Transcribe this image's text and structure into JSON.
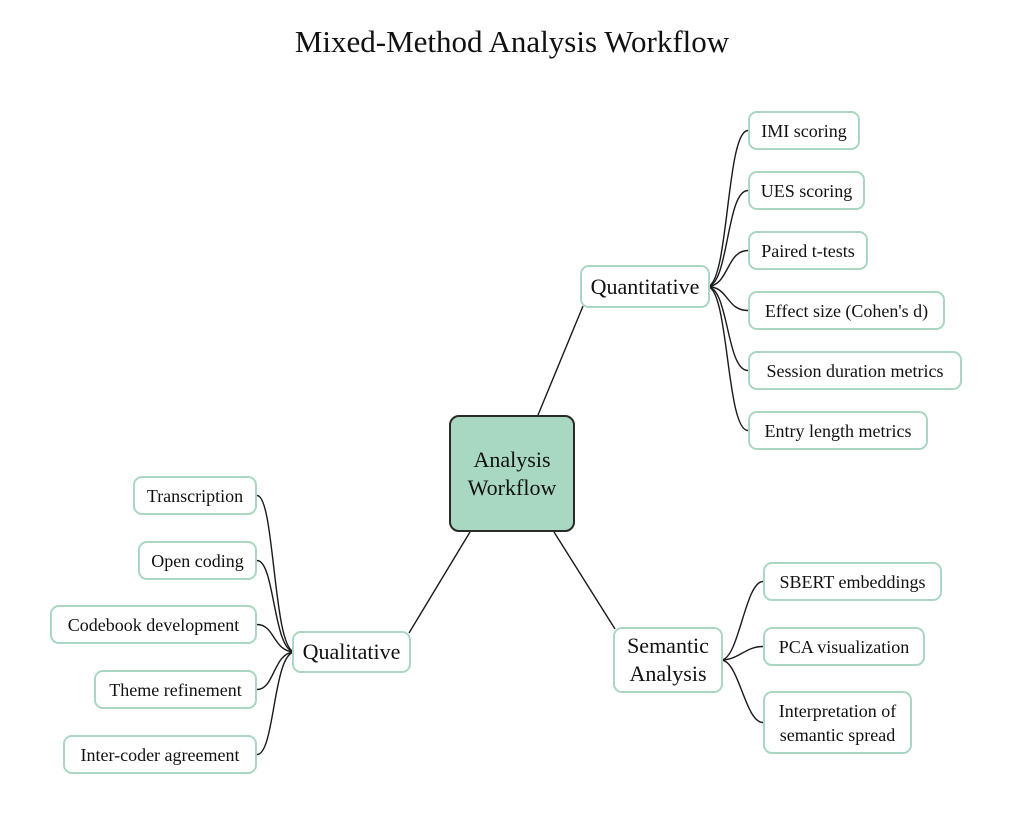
{
  "title": "Mixed-Method Analysis Workflow",
  "colors": {
    "root_fill": "#a8d8c1",
    "node_border": "#a9d7c2",
    "edge": "#1a1a1a"
  },
  "root": {
    "label": "Analysis\nWorkflow"
  },
  "branches": {
    "quantitative": {
      "label": "Quantitative",
      "children": [
        "IMI scoring",
        "UES scoring",
        "Paired t-tests",
        "Effect size (Cohen's d)",
        "Session duration metrics",
        "Entry length metrics"
      ]
    },
    "qualitative": {
      "label": "Qualitative",
      "children": [
        "Transcription",
        "Open coding",
        "Codebook development",
        "Theme refinement",
        "Inter-coder agreement"
      ]
    },
    "semantic": {
      "label": "Semantic\nAnalysis",
      "children": [
        "SBERT embeddings",
        "PCA visualization",
        "Interpretation of\nsemantic spread"
      ]
    }
  }
}
